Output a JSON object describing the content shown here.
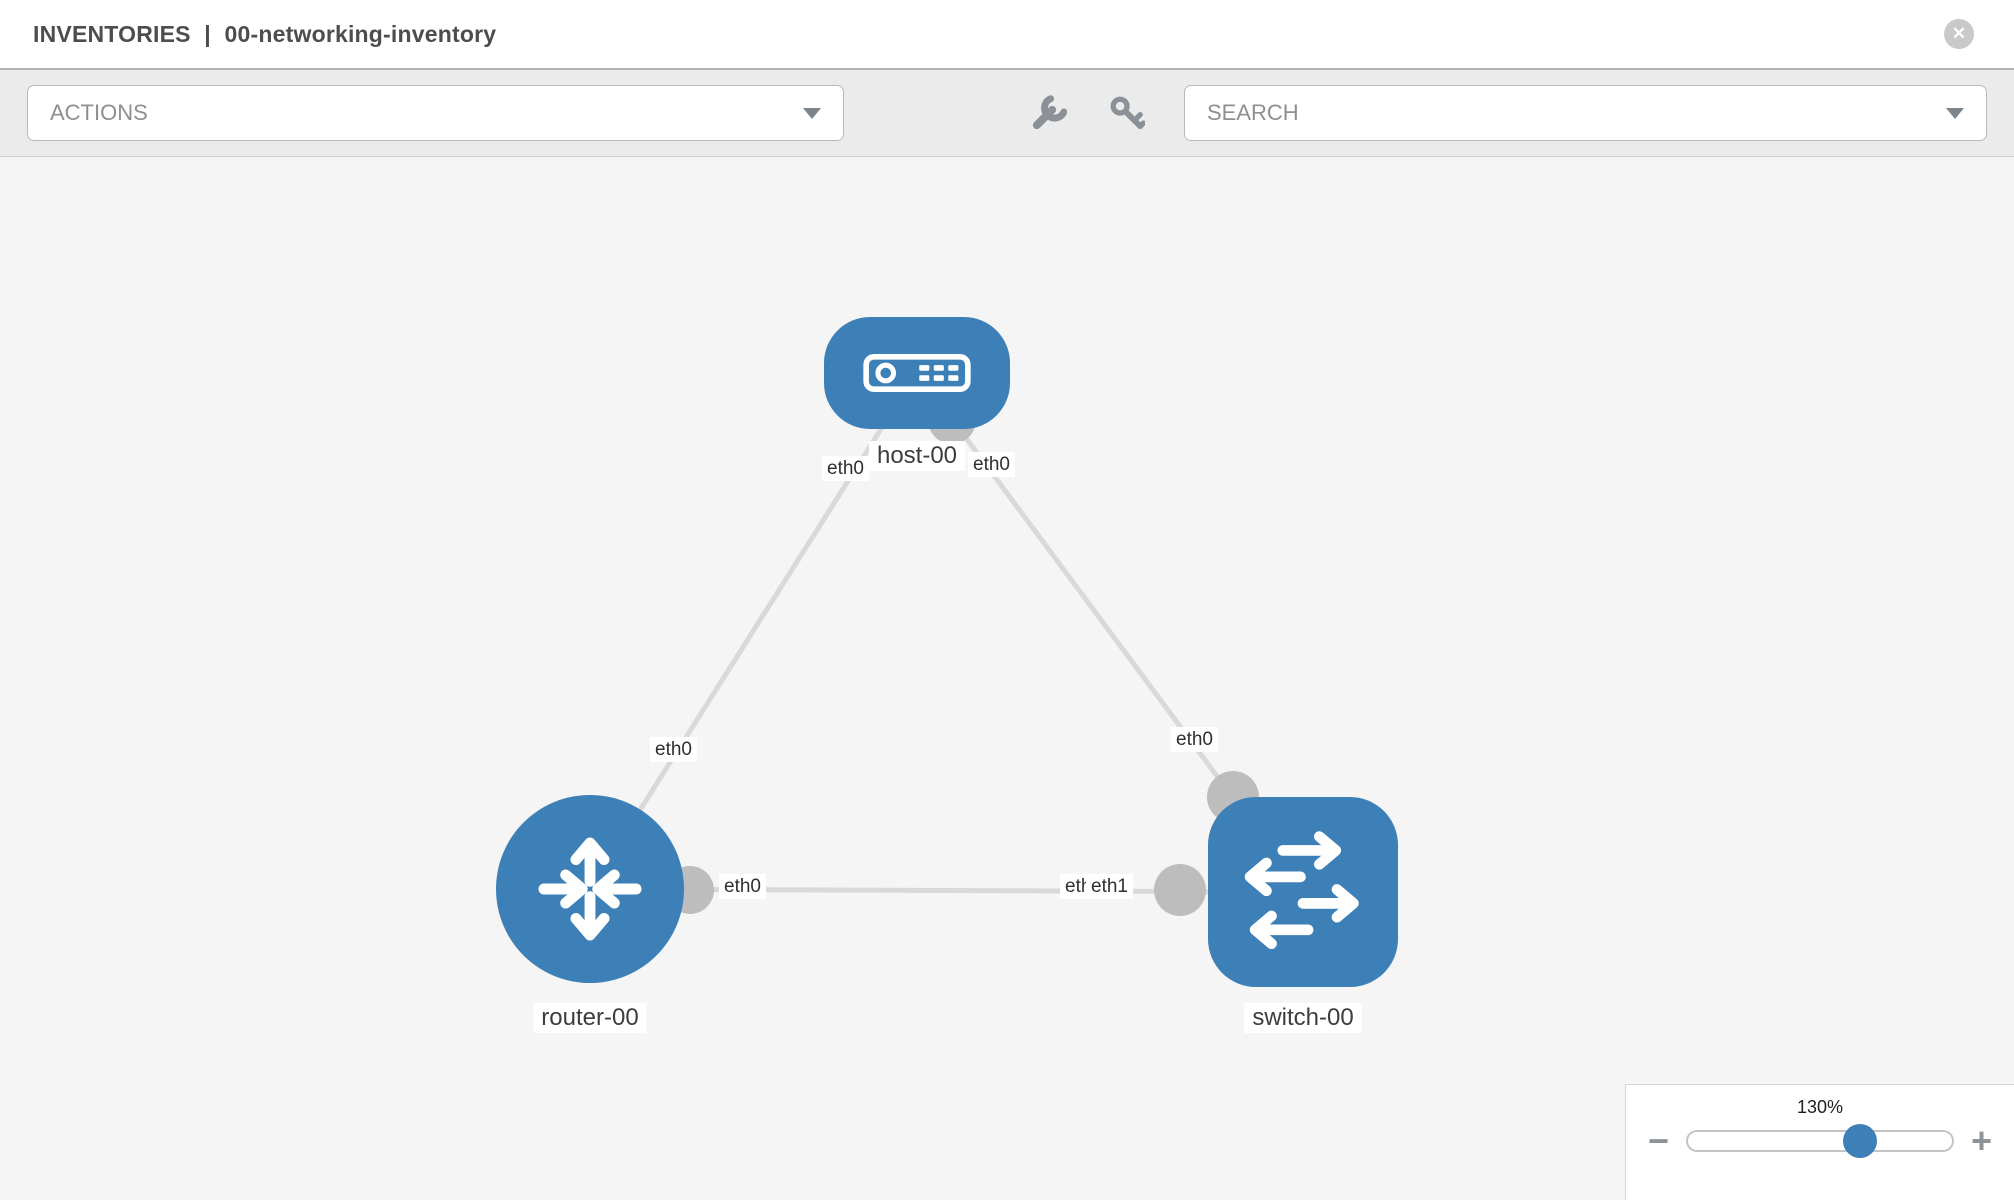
{
  "header": {
    "section": "INVENTORIES",
    "separator": "|",
    "inventory_name": "00-networking-inventory",
    "close_glyph": "✕"
  },
  "toolbar": {
    "actions_label": "ACTIONS",
    "search_label": "SEARCH",
    "tool_icons": [
      "wrench",
      "key"
    ]
  },
  "topology": {
    "nodes": [
      {
        "id": "host-00",
        "type": "host",
        "label": "host-00"
      },
      {
        "id": "router-00",
        "type": "router",
        "label": "router-00"
      },
      {
        "id": "switch-00",
        "type": "switch",
        "label": "switch-00"
      }
    ],
    "links": [
      {
        "from": "router-00",
        "to": "host-00",
        "from_interface": "eth0",
        "to_interface": "eth0"
      },
      {
        "from": "host-00",
        "to": "switch-00",
        "from_interface": "eth0",
        "to_interface": "eth0"
      },
      {
        "from": "router-00",
        "to": "switch-00",
        "from_interface": "eth0",
        "to_interface_back": "eth0",
        "to_interface_front": "eth1"
      }
    ]
  },
  "zoom_control": {
    "level": "130%",
    "minus_label": "−",
    "plus_label": "+",
    "slider_position_percent": 64
  },
  "colors": {
    "node_blue": "#3d7fb7",
    "link_gray": "#d9d9d9",
    "interface_dot_gray": "#bdbdbd",
    "canvas_bg": "#f5f5f5",
    "toolbar_bg": "#ebebeb"
  }
}
